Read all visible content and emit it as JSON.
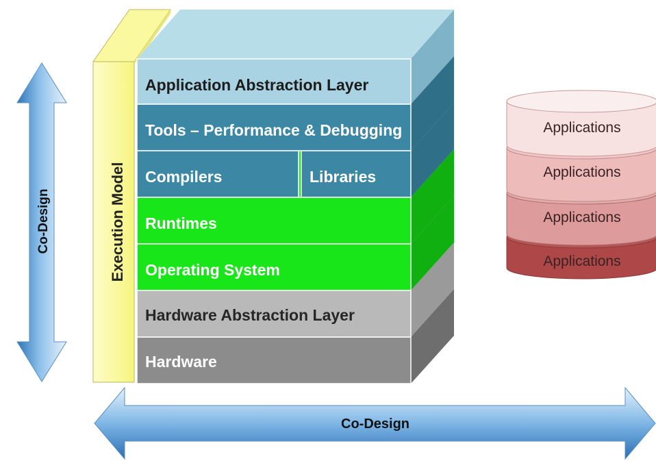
{
  "colors": {
    "layer_light_blue": "#a9d3e2",
    "layer_teal": "#3c88a4",
    "layer_green": "#19e619",
    "layer_light_gray": "#b9b9b9",
    "layer_dark_gray": "#8c8c8c",
    "execution_model_yellow": "#fbfa9a",
    "arrow_blue": "#6aaade",
    "applications_shades": [
      "#f7e1e1",
      "#eebbbb",
      "#dd9b9b",
      "#ae4848"
    ]
  },
  "stack": {
    "execution_model": "Execution Model",
    "layers": {
      "application_abstraction": "Application Abstraction Layer",
      "tools": "Tools – Performance & Debugging",
      "compilers": "Compilers",
      "libraries": "Libraries",
      "runtimes": "Runtimes",
      "operating_system": "Operating System",
      "hardware_abstraction": "Hardware Abstraction Layer",
      "hardware": "Hardware"
    }
  },
  "applications": {
    "items": [
      "Applications",
      "Applications",
      "Applications",
      "Applications"
    ]
  },
  "co_design": {
    "vertical": "Co-Design",
    "horizontal": "Co-Design"
  }
}
